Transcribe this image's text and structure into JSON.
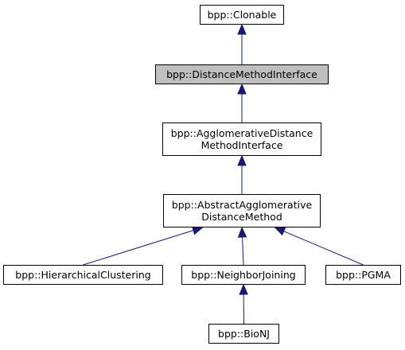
{
  "graph": {
    "nodes": [
      {
        "id": "clonable",
        "lines": [
          "bpp::Clonable"
        ],
        "selected": false
      },
      {
        "id": "distance-method-interface",
        "lines": [
          "bpp::DistanceMethodInterface"
        ],
        "selected": true
      },
      {
        "id": "agglomerative-distance-method-interface",
        "lines": [
          "bpp::AgglomerativeDistance",
          "MethodInterface"
        ],
        "selected": false
      },
      {
        "id": "abstract-agglomerative-distance-method",
        "lines": [
          "bpp::AbstractAgglomerative",
          "DistanceMethod"
        ],
        "selected": false
      },
      {
        "id": "hierarchical-clustering",
        "lines": [
          "bpp::HierarchicalClustering"
        ],
        "selected": false
      },
      {
        "id": "neighbor-joining",
        "lines": [
          "bpp::NeighborJoining"
        ],
        "selected": false
      },
      {
        "id": "pgma",
        "lines": [
          "bpp::PGMA"
        ],
        "selected": false
      },
      {
        "id": "bionj",
        "lines": [
          "bpp::BioNJ"
        ],
        "selected": false
      }
    ],
    "edges": [
      {
        "child": "distance-method-interface",
        "parent": "clonable"
      },
      {
        "child": "agglomerative-distance-method-interface",
        "parent": "distance-method-interface"
      },
      {
        "child": "abstract-agglomerative-distance-method",
        "parent": "agglomerative-distance-method-interface"
      },
      {
        "child": "hierarchical-clustering",
        "parent": "abstract-agglomerative-distance-method"
      },
      {
        "child": "neighbor-joining",
        "parent": "abstract-agglomerative-distance-method"
      },
      {
        "child": "pgma",
        "parent": "abstract-agglomerative-distance-method"
      },
      {
        "child": "bionj",
        "parent": "neighbor-joining"
      }
    ],
    "colors": {
      "edge": "#191970",
      "node_border": "#000000",
      "node_fill": "#ffffff",
      "selected_fill": "#bfbfbf"
    }
  }
}
